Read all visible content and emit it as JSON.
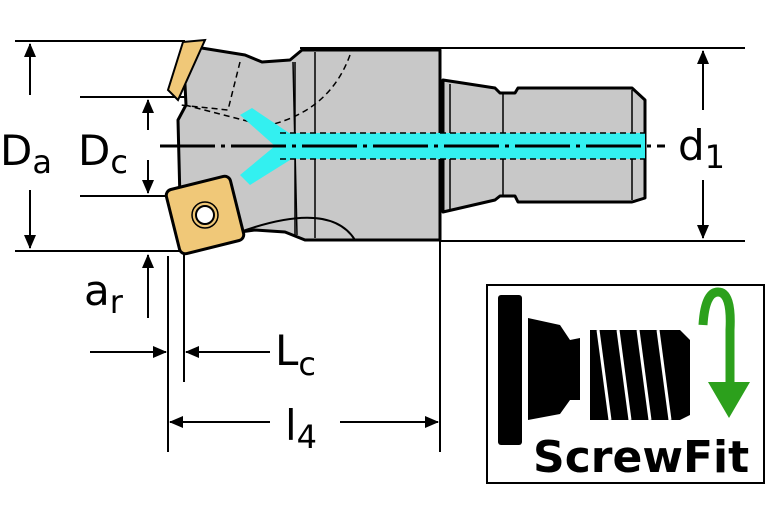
{
  "dimensions": {
    "Da": {
      "main": "D",
      "sub": "a"
    },
    "Dc": {
      "main": "D",
      "sub": "c"
    },
    "d1": {
      "main": "d",
      "sub": "1"
    },
    "ar": {
      "main": "a",
      "sub": "r"
    },
    "Lc": {
      "main": "L",
      "sub": "c"
    },
    "l4": {
      "main": "l",
      "sub": "4"
    }
  },
  "logo": {
    "text": "ScrewFit"
  },
  "colors": {
    "body": "#c8c8c8",
    "insert": "#f0c878",
    "coolant": "#33f0f0",
    "arrow": "#2ca01c"
  }
}
